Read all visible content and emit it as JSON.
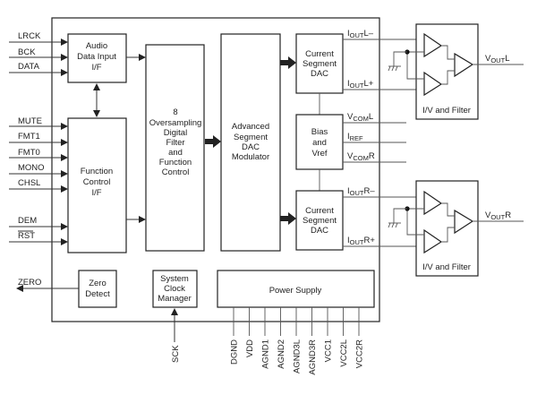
{
  "inputs": {
    "lrck": "LRCK",
    "bck": "BCK",
    "data": "DATA",
    "mute": "MUTE",
    "fmt1": "FMT1",
    "fmt0": "FMT0",
    "mono": "MONO",
    "chsl": "CHSL",
    "dem": "DEM",
    "rst": "RST",
    "zero": "ZERO",
    "sck": "SCK"
  },
  "blocks": {
    "audio_if": [
      "Audio",
      "Data Input",
      "I/F"
    ],
    "function_control": [
      "Function",
      "Control",
      "I/F"
    ],
    "filter": [
      "8",
      "Oversampling",
      "Digital",
      "Filter",
      "and",
      "Function",
      "Control"
    ],
    "modulator": [
      "Advanced",
      "Segment",
      "DAC",
      "Modulator"
    ],
    "dac_left": [
      "Current",
      "Segment",
      "DAC"
    ],
    "dac_right": [
      "Current",
      "Segment",
      "DAC"
    ],
    "bias": [
      "Bias",
      "and",
      "Vref"
    ],
    "zero_detect": [
      "Zero",
      "Detect"
    ],
    "clock_manager": [
      "System",
      "Clock",
      "Manager"
    ],
    "power_supply": "Power Supply",
    "iv_filter_left": "I/V and Filter",
    "iv_filter_right": "I/V and Filter"
  },
  "outputs": {
    "iout_l_minus": {
      "main": "I",
      "sub": "OUT",
      "suffix": "L–"
    },
    "iout_l_plus": {
      "main": "I",
      "sub": "OUT",
      "suffix": "L+"
    },
    "vcom_l": {
      "main": "V",
      "sub": "COM",
      "suffix": "L"
    },
    "iref": {
      "main": "I",
      "sub": "REF",
      "suffix": ""
    },
    "vcom_r": {
      "main": "V",
      "sub": "COM",
      "suffix": "R"
    },
    "iout_r_minus": {
      "main": "I",
      "sub": "OUT",
      "suffix": "R–"
    },
    "iout_r_plus": {
      "main": "I",
      "sub": "OUT",
      "suffix": "R+"
    },
    "vout_l": {
      "main": "V",
      "sub": "OUT",
      "suffix": "L"
    },
    "vout_r": {
      "main": "V",
      "sub": "OUT",
      "suffix": "R"
    }
  },
  "power_pins": [
    "DGND",
    "VDD",
    "AGND1",
    "AGND2",
    "AGND3L",
    "AGND3R",
    "VCC1",
    "VCC2L",
    "VCC2R"
  ]
}
